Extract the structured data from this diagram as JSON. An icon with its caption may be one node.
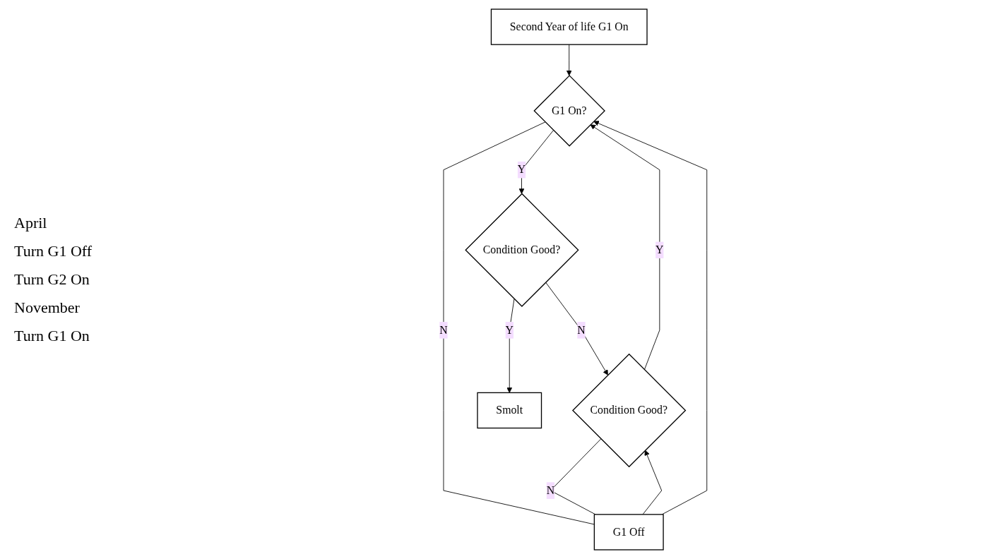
{
  "diagram": {
    "nodes": [
      {
        "text": [
          "Second Year of life G1 On"
        ]
      },
      {
        "text": [
          "G1 On?"
        ]
      },
      {
        "text": [
          "Condition Good?"
        ]
      },
      {
        "text": [
          "G1 Off"
        ]
      },
      {
        "text": [
          "Condition Good?"
        ]
      },
      {
        "text": [
          "Smolt"
        ]
      }
    ],
    "edges": [
      {
        "from": 0,
        "to": 1,
        "arrow": "to"
      },
      {
        "from": 1,
        "to": 2,
        "arrow": "to",
        "label": "Y"
      },
      {
        "from": 1,
        "to": 3,
        "arrow": "none",
        "label": "N"
      },
      {
        "from": 3,
        "to": 4,
        "arrow": "to"
      },
      {
        "from": 4,
        "to": 3,
        "arrow": "none",
        "label": "N"
      },
      {
        "from": 3,
        "to": 1,
        "arrow": "to"
      },
      {
        "from": 2,
        "to": 4,
        "arrow": "to",
        "label": "N"
      },
      {
        "from": 2,
        "to": 5,
        "arrow": "to",
        "label": "Y"
      },
      {
        "from": 4,
        "to": 1,
        "arrow": "to",
        "label": "Y"
      }
    ],
    "labels": [
      "April",
      "Turn G1 Off",
      "Turn G2 On",
      "November",
      "Turn G1 On"
    ]
  }
}
